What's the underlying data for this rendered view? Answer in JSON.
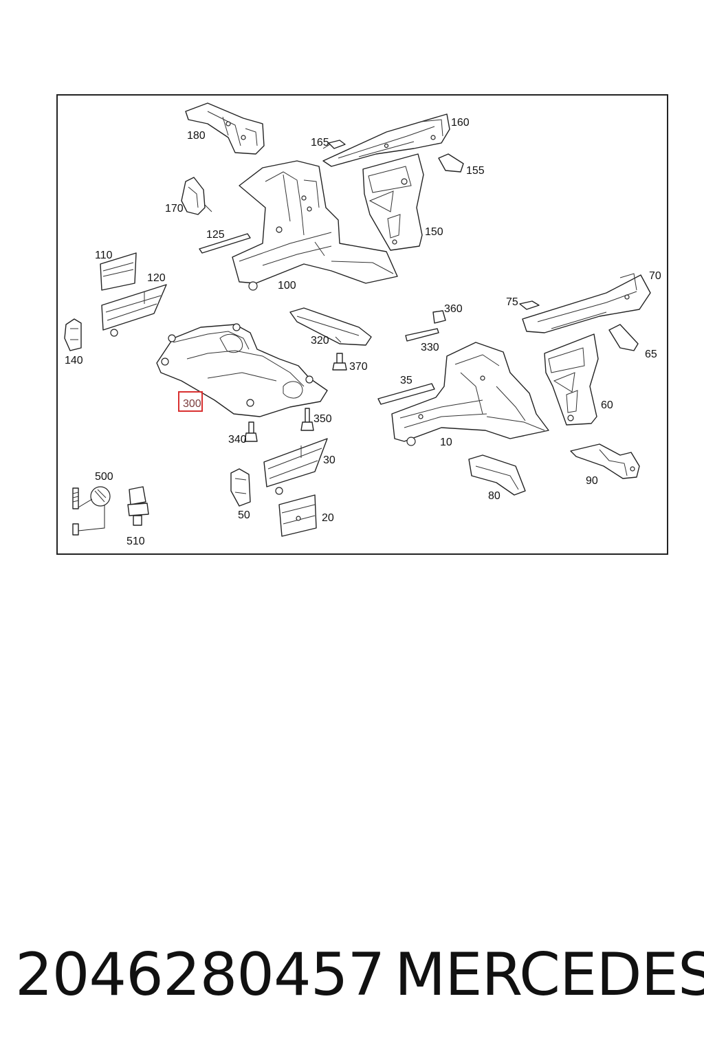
{
  "diagram": {
    "highlight_color": "#d93030",
    "highlighted_label": "300",
    "labels": [
      "10",
      "20",
      "30",
      "35",
      "50",
      "60",
      "65",
      "70",
      "75",
      "80",
      "90",
      "100",
      "110",
      "120",
      "125",
      "140",
      "150",
      "155",
      "160",
      "165",
      "170",
      "180",
      "300",
      "320",
      "330",
      "340",
      "350",
      "360",
      "370",
      "500",
      "510"
    ]
  },
  "caption": {
    "part_number": "2046280457",
    "brand": "MERCEDES"
  }
}
